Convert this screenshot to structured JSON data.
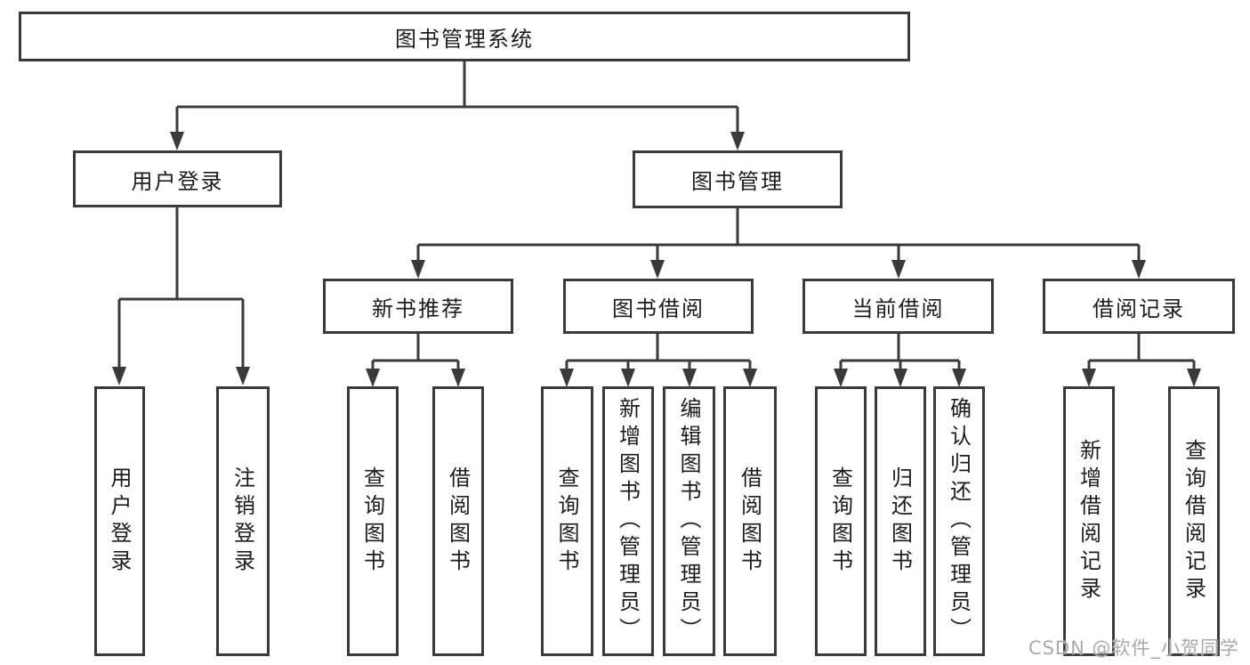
{
  "diagram": {
    "root": {
      "label": "图书管理系统"
    },
    "branches": [
      {
        "label": "用户登录",
        "children": [
          {
            "label": "用户登录"
          },
          {
            "label": "注销登录"
          }
        ]
      },
      {
        "label": "图书管理",
        "children": [
          {
            "label": "新书推荐",
            "children": [
              {
                "label": "查询图书"
              },
              {
                "label": "借阅图书"
              }
            ]
          },
          {
            "label": "图书借阅",
            "children": [
              {
                "label": "查询图书"
              },
              {
                "label": "新增图书（管理员）"
              },
              {
                "label": "编辑图书（管理员）"
              },
              {
                "label": "借阅图书"
              }
            ]
          },
          {
            "label": "当前借阅",
            "children": [
              {
                "label": "查询图书"
              },
              {
                "label": "归还图书"
              },
              {
                "label": "确认归还（管理员）"
              }
            ]
          },
          {
            "label": "借阅记录",
            "children": [
              {
                "label": "新增借阅记录"
              },
              {
                "label": "查询借阅记录"
              }
            ]
          }
        ]
      }
    ]
  },
  "watermark": {
    "text": "CSDN @软件_小贺同学",
    "color": "#a9a9a9"
  },
  "colors": {
    "line": "#3a3a3a",
    "border": "#3a3a3a",
    "text": "#1c1c1c",
    "background": "#ffffff"
  }
}
